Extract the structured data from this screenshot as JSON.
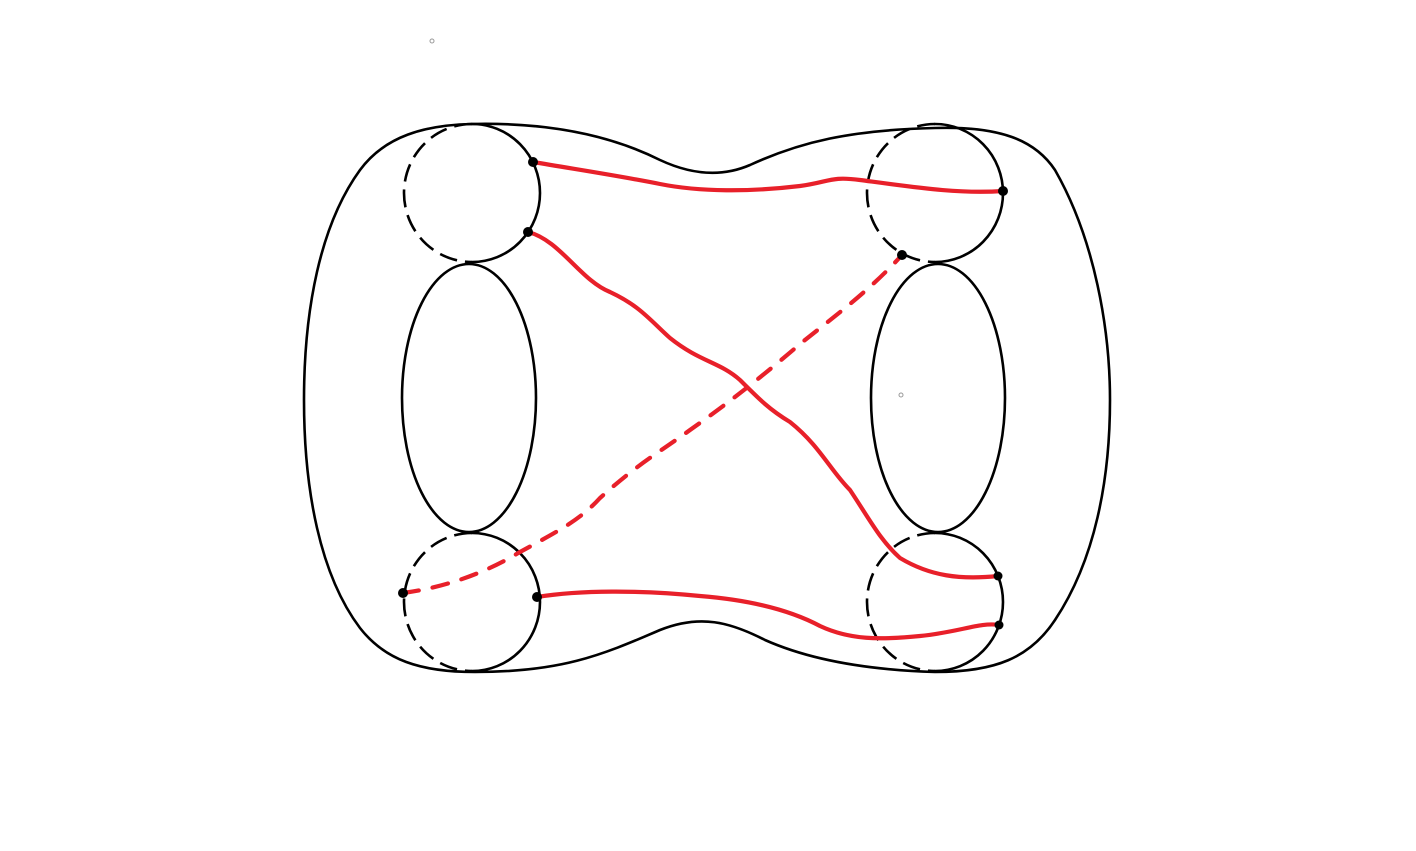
{
  "diagram": {
    "outline_color": "#000000",
    "curve_color": "#e8202a",
    "endpoint_color": "#000000",
    "description_elements": [
      "surface-outline",
      "hole-left",
      "hole-right",
      "boundary-top-left",
      "boundary-bottom-left",
      "boundary-top-right",
      "boundary-bottom-right",
      "red-arc-top",
      "red-arc-bottom",
      "red-arc-diagonal-solid",
      "red-arc-diagonal-dashed"
    ]
  }
}
